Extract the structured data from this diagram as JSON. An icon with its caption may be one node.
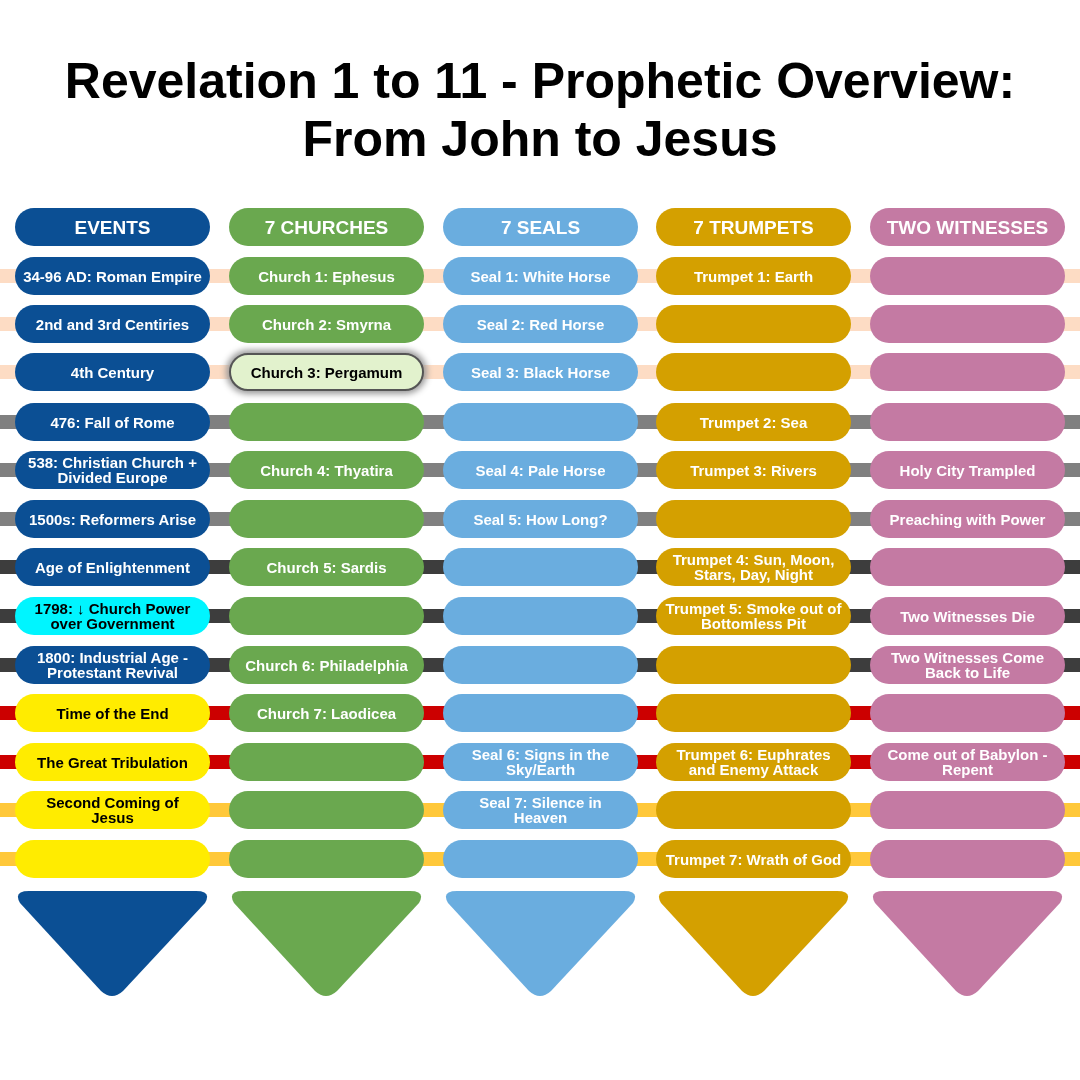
{
  "diagram": {
    "title": "Revelation 1 to 11 - Prophetic Overview: From John to Jesus",
    "nodes": [
      {
        "text": [
          "EVENTS"
        ]
      },
      {
        "text": [
          "7 CHURCHES"
        ]
      },
      {
        "text": [
          "7 SEALS"
        ]
      },
      {
        "text": [
          "7 TRUMPETS"
        ]
      },
      {
        "text": [
          "TWO WITNESSES"
        ]
      },
      {
        "text": [
          "34-96 AD: Roman Empire"
        ]
      },
      {
        "text": [
          "Church 1: Ephesus"
        ]
      },
      {
        "text": [
          "Seal 1: White Horse"
        ]
      },
      {
        "text": [
          "Trumpet 1: Earth"
        ]
      },
      {
        "text": [],
        "shape": "box"
      },
      {
        "text": [
          "2nd and 3rd Centiries"
        ]
      },
      {
        "text": [
          "Church 2: Smyrna"
        ]
      },
      {
        "text": [
          "Seal 2: Red Horse"
        ]
      },
      {
        "text": [],
        "shape": "box"
      },
      {
        "text": [],
        "shape": "box"
      },
      {
        "text": [
          "4th Century"
        ]
      },
      {
        "text": [
          "Church 3: Pergamum"
        ]
      },
      {
        "text": [
          "Seal 3: Black Horse"
        ]
      },
      {
        "text": [],
        "shape": "box"
      },
      {
        "text": [],
        "shape": "box"
      },
      {
        "text": [
          "476: Fall of Rome"
        ]
      },
      {
        "text": [],
        "shape": "box"
      },
      {
        "text": [],
        "shape": "box"
      },
      {
        "text": [
          "Trumpet 2: Sea"
        ]
      },
      {
        "text": [],
        "shape": "box"
      },
      {
        "text": [
          "538: Christian Church + Divided Europe"
        ]
      },
      {
        "text": [
          "Church 4: Thyatira"
        ]
      },
      {
        "text": [
          "Seal 4: Pale Horse"
        ]
      },
      {
        "text": [
          "Trumpet 3: Rivers"
        ]
      },
      {
        "text": [
          "Holy City Trampled"
        ]
      },
      {
        "text": [
          "1500s: Reformers Arise"
        ]
      },
      {
        "text": [],
        "shape": "box"
      },
      {
        "text": [
          "Seal 5: How Long?"
        ]
      },
      {
        "text": [],
        "shape": "box"
      },
      {
        "text": [
          "Preaching with Power"
        ]
      },
      {
        "text": [
          "Age of Enlightenment"
        ]
      },
      {
        "text": [
          "Church 5: Sardis"
        ]
      },
      {
        "text": [],
        "shape": "box"
      },
      {
        "text": [
          "Trumpet 4: Sun, Moon, Stars, Day, Night"
        ]
      },
      {
        "text": [],
        "shape": "box"
      },
      {
        "text": [
          "1798: ↓ Church Power over Government"
        ]
      },
      {
        "text": [],
        "shape": "box"
      },
      {
        "text": [],
        "shape": "box"
      },
      {
        "text": [
          "Trumpet 5: Smoke out of Bottomless Pit"
        ]
      },
      {
        "text": [
          "Two Witnesses Die"
        ]
      },
      {
        "text": [
          "1800: Industrial Age - Protestant Revival"
        ]
      },
      {
        "text": [
          "Church 6: Philadelphia"
        ]
      },
      {
        "text": [],
        "shape": "box"
      },
      {
        "text": [],
        "shape": "box"
      },
      {
        "text": [
          "Two Witnesses Come Back to Life"
        ]
      },
      {
        "text": [
          "Time of the End"
        ]
      },
      {
        "text": [
          "Church 7: Laodicea"
        ]
      },
      {
        "text": [],
        "shape": "box"
      },
      {
        "text": [],
        "shape": "box"
      },
      {
        "text": [],
        "shape": "box"
      },
      {
        "text": [
          "The Great Tribulation"
        ]
      },
      {
        "text": [],
        "shape": "box"
      },
      {
        "text": [
          "Seal 6: Signs in the Sky/Earth"
        ]
      },
      {
        "text": [
          "Trumpet 6: Euphrates and Enemy Attack"
        ]
      },
      {
        "text": [
          "Come out of Babylon - Repent"
        ]
      },
      {
        "text": [
          "Second Coming of Jesus"
        ]
      },
      {
        "text": [],
        "shape": "box"
      },
      {
        "text": [
          "Seal 7: Silence in Heaven"
        ]
      },
      {
        "text": [],
        "shape": "box"
      },
      {
        "text": [],
        "shape": "box"
      },
      {
        "text": [],
        "shape": "box"
      },
      {
        "text": [],
        "shape": "box"
      },
      {
        "text": [],
        "shape": "box"
      },
      {
        "text": [
          "Trumpet 7: Wrath of God"
        ]
      },
      {
        "text": [],
        "shape": "box"
      },
      {
        "text": [],
        "shape": "triangle"
      },
      {
        "text": [],
        "shape": "triangle"
      },
      {
        "text": [],
        "shape": "triangle"
      },
      {
        "text": [],
        "shape": "triangle"
      },
      {
        "text": [],
        "shape": "triangle"
      }
    ],
    "edges": []
  }
}
